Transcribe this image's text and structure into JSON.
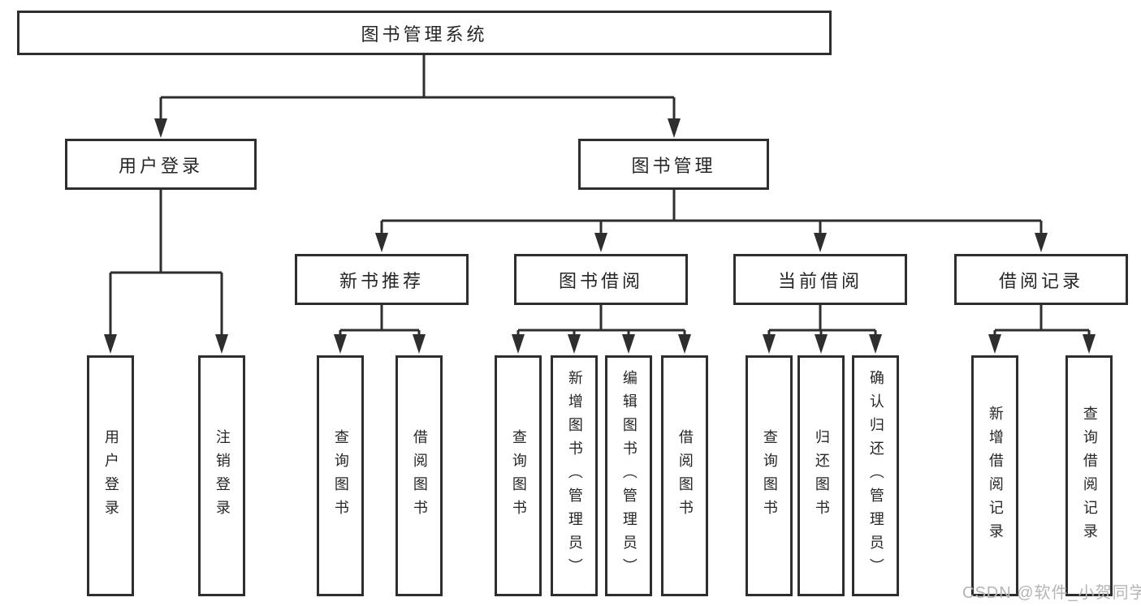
{
  "diagram": {
    "root": {
      "label": "图书管理系统"
    },
    "branches": [
      {
        "label": "用户登录",
        "children": [
          {
            "label": "用户登录"
          },
          {
            "label": "注销登录"
          }
        ]
      },
      {
        "label": "图书管理",
        "children": [
          {
            "label": "新书推荐",
            "children": [
              {
                "label": "查询图书"
              },
              {
                "label": "借阅图书"
              }
            ]
          },
          {
            "label": "图书借阅",
            "children": [
              {
                "label": "查询图书"
              },
              {
                "label": "新增图书（管理员）"
              },
              {
                "label": "编辑图书（管理员）"
              },
              {
                "label": "借阅图书"
              }
            ]
          },
          {
            "label": "当前借阅",
            "children": [
              {
                "label": "查询图书"
              },
              {
                "label": "归还图书"
              },
              {
                "label": "确认归还（管理员）"
              }
            ]
          },
          {
            "label": "借阅记录",
            "children": [
              {
                "label": "新增借阅记录"
              },
              {
                "label": "查询借阅记录"
              }
            ]
          }
        ]
      }
    ]
  },
  "watermark": {
    "text": "CSDN @软件_小贺同学"
  },
  "colors": {
    "line": "#2e2e2e",
    "text": "#262626",
    "watermark": "#b5b5b5",
    "background": "#ffffff"
  }
}
